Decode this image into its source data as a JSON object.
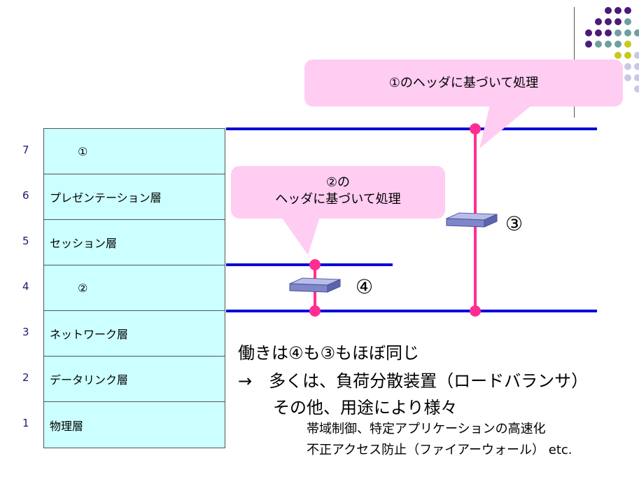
{
  "layers": [
    {
      "number": "7",
      "label": "①"
    },
    {
      "number": "6",
      "label": "プレゼンテーション層"
    },
    {
      "number": "5",
      "label": "セッション層"
    },
    {
      "number": "4",
      "label": "②"
    },
    {
      "number": "3",
      "label": "ネットワーク層"
    },
    {
      "number": "2",
      "label": "データリンク層"
    },
    {
      "number": "1",
      "label": "物理層"
    }
  ],
  "callouts": {
    "top": "①のヘッダに基づいて処理",
    "middle_line1": "②の",
    "middle_line2": "ヘッダに基づいて処理"
  },
  "device_labels": {
    "device3": "③",
    "device4": "④"
  },
  "text": {
    "line1": "働きは④も③もほぼ同じ",
    "line2": "→　多くは、負荷分散装置（ロードバランサ）",
    "line3": "その他、用途により様々",
    "line4": "帯域制御、特定アプリケーションの高速化",
    "line5": "不正アクセス防止（ファイアーウォール）  etc."
  },
  "colors": {
    "network_line": "#0a0ad6",
    "connector": "#ff2e93",
    "callout_bg": "#ffccf2",
    "layer_bg": "#ccffff",
    "logo_purple": "#4b1a7a",
    "logo_teal": "#6f9fa0",
    "logo_yellow": "#c8c81e",
    "logo_lavender": "#c8c8e6"
  }
}
